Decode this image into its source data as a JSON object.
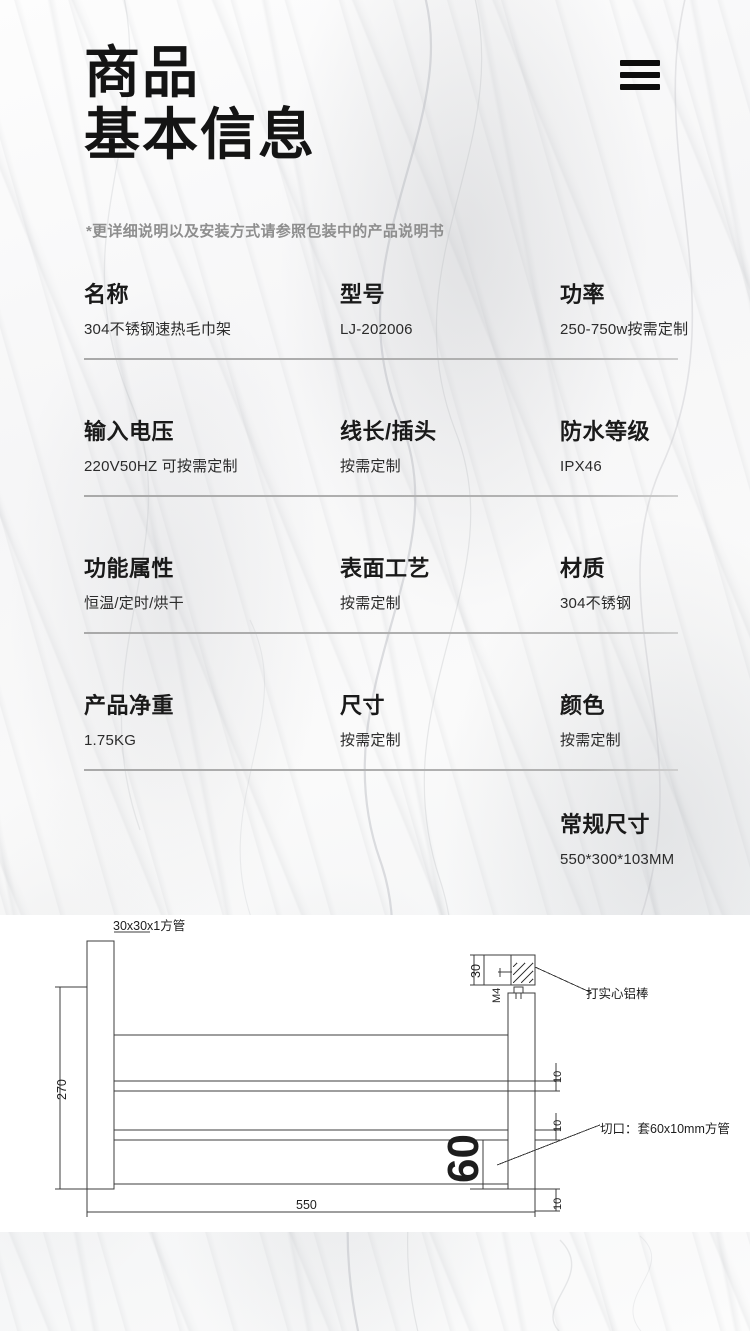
{
  "header": {
    "title_line1": "商品",
    "title_line2": "基本信息",
    "menu_icon": "hamburger-menu-icon",
    "note": "*更详细说明以及安装方式请参照包装中的产品说明书"
  },
  "spec": {
    "rows": [
      {
        "cells": [
          {
            "key": "名称",
            "value": "304不锈钢速热毛巾架"
          },
          {
            "key": "型号",
            "value": "LJ-202006"
          },
          {
            "key": "功率",
            "value": "250-750w按需定制"
          }
        ]
      },
      {
        "cells": [
          {
            "key": "输入电压",
            "value": "220V50HZ 可按需定制"
          },
          {
            "key": "线长/插头",
            "value": "按需定制"
          },
          {
            "key": "防水等级",
            "value": "IPX46"
          }
        ]
      },
      {
        "cells": [
          {
            "key": "功能属性",
            "value": "恒温/定时/烘干"
          },
          {
            "key": "表面工艺",
            "value": "按需定制"
          },
          {
            "key": "材质",
            "value": "304不锈钢"
          }
        ]
      },
      {
        "cells": [
          {
            "key": "产品净重",
            "value": "1.75KG"
          },
          {
            "key": "尺寸",
            "value": "按需定制"
          },
          {
            "key": "颜色",
            "value": "按需定制"
          }
        ]
      }
    ],
    "extra": {
      "key": "常规尺寸",
      "value": "550*300*103MM"
    }
  },
  "drawing": {
    "labels": {
      "tube_spec": "30x30x1方管",
      "aluminum_rod": "打实心铝棒",
      "cut_spec": "切口：套60x10mm方管",
      "dim_height": "270",
      "dim_width": "550",
      "dim_detail_30": "30",
      "dim_thread_m4": "M4",
      "dim_60": "60",
      "dim_10_a": "10",
      "dim_10_b": "10",
      "dim_10_c": "10"
    }
  },
  "colors": {
    "text_primary": "#1a1a1a",
    "text_secondary": "#2b2b2b",
    "note_grey": "#8e8e8e",
    "rule_grey": "#a9a9a9",
    "drawing_line": "#3c3c3c",
    "drawing_bg": "#ffffff"
  }
}
